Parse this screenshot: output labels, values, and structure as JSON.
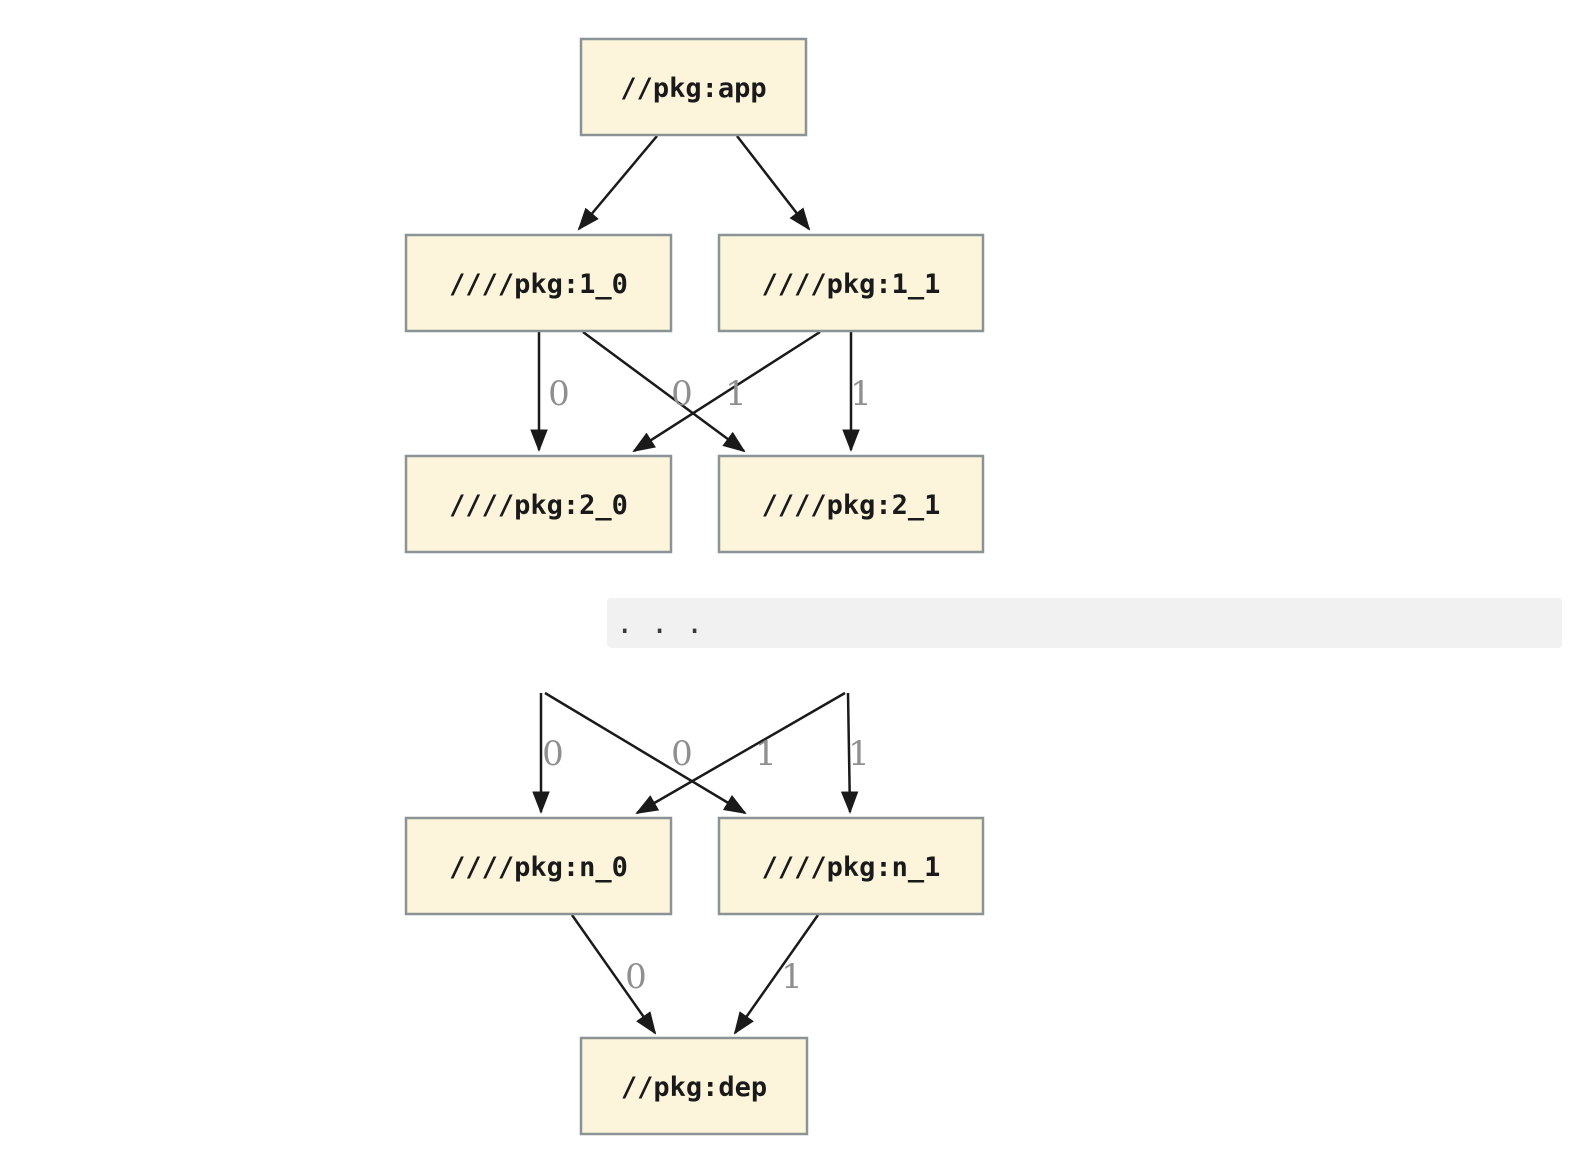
{
  "page": {
    "background": "#ffffff"
  },
  "diagram": {
    "colors": {
      "page-bg": "#ffffff",
      "node-fill": "#fcf5dc",
      "node-border": "#8c9396",
      "node-text": "#1a1a1a",
      "edge": "#1a1a1a",
      "edge-label": "#8f8f8f",
      "ellipsis-bg": "#f1f1f1",
      "ellipsis-text": "#3a3a3a"
    },
    "upper": {
      "nodes": {
        "app": "//pkg:app",
        "l1_0": "////pkg:1_0",
        "l1_1": "////pkg:1_1",
        "l2_0": "////pkg:2_0",
        "l2_1": "////pkg:2_1"
      },
      "edges": [
        {
          "from": "//pkg:app",
          "to": "////pkg:1_0",
          "label": ""
        },
        {
          "from": "//pkg:app",
          "to": "////pkg:1_1",
          "label": ""
        },
        {
          "from": "////pkg:1_0",
          "to": "////pkg:2_0",
          "label": "0"
        },
        {
          "from": "////pkg:1_0",
          "to": "////pkg:2_1",
          "label": "0"
        },
        {
          "from": "////pkg:1_1",
          "to": "////pkg:2_0",
          "label": "1"
        },
        {
          "from": "////pkg:1_1",
          "to": "////pkg:2_1",
          "label": "1"
        }
      ]
    },
    "ellipsis": ". . .",
    "lower": {
      "nodes": {
        "n_0": "////pkg:n_0",
        "n_1": "////pkg:n_1",
        "dep": "//pkg:dep"
      },
      "edges": [
        {
          "from": "...",
          "to": "////pkg:n_0",
          "label": "0"
        },
        {
          "from": "...",
          "to": "////pkg:n_1",
          "label": "0"
        },
        {
          "from": "...",
          "to": "////pkg:n_0",
          "label": "1"
        },
        {
          "from": "...",
          "to": "////pkg:n_1",
          "label": "1"
        },
        {
          "from": "////pkg:n_0",
          "to": "//pkg:dep",
          "label": "0"
        },
        {
          "from": "////pkg:n_1",
          "to": "//pkg:dep",
          "label": "1"
        }
      ]
    }
  }
}
